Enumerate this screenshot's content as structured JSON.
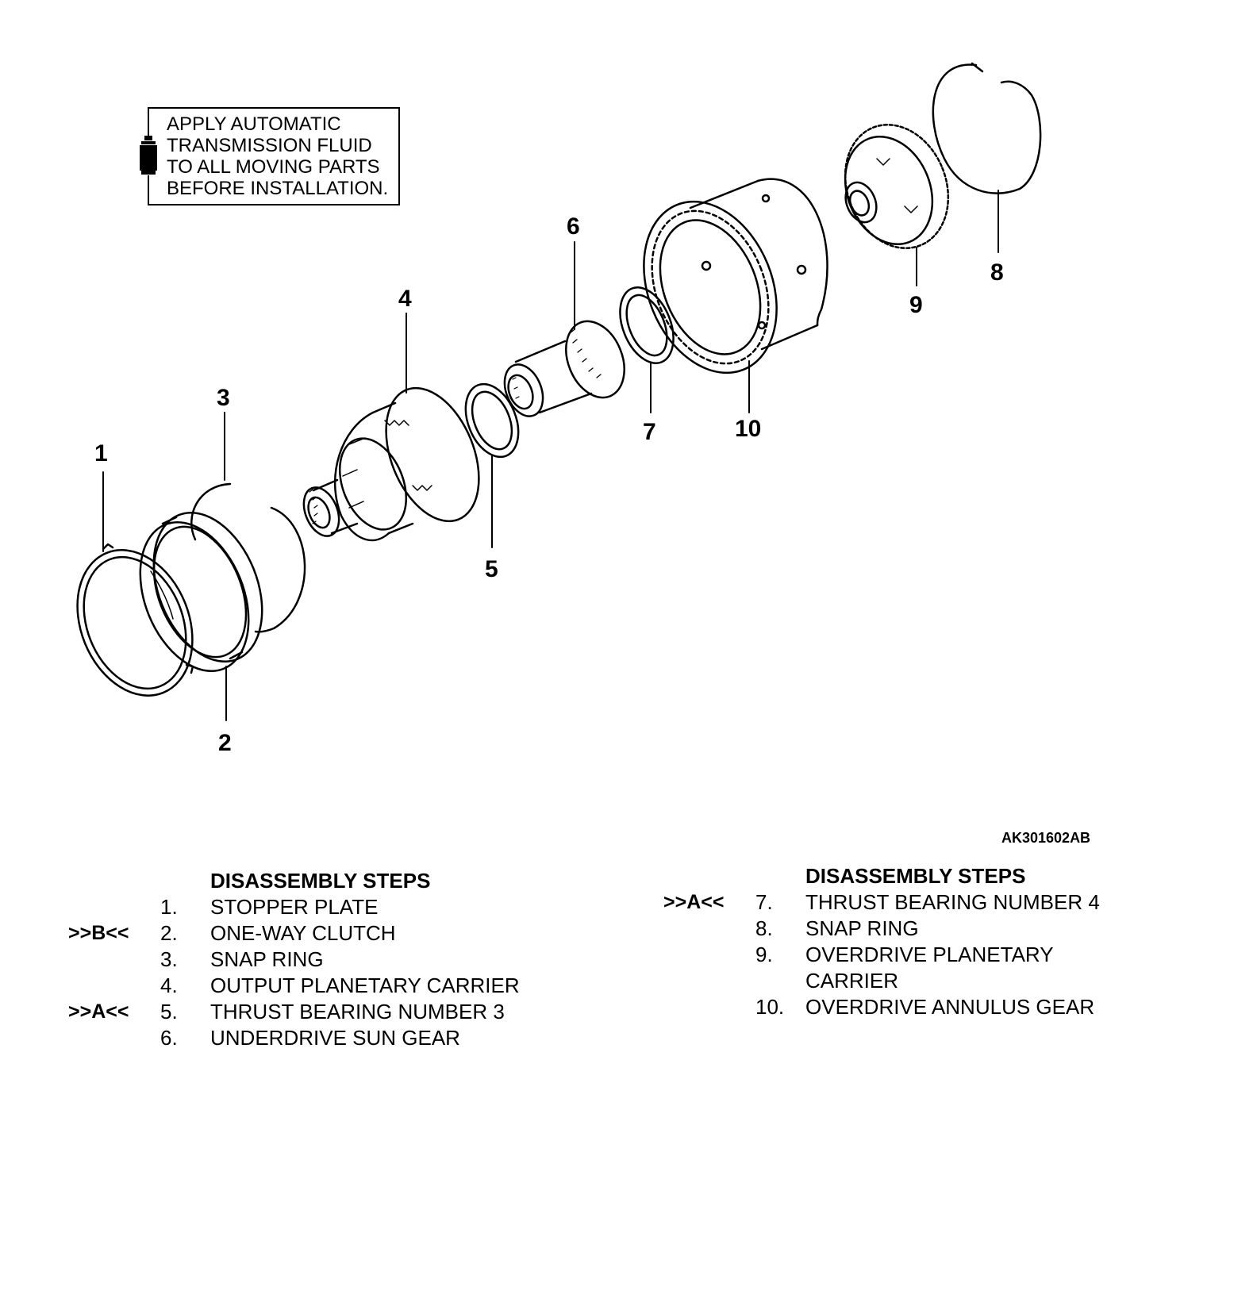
{
  "note": {
    "lines": [
      "APPLY AUTOMATIC",
      "TRANSMISSION FLUID",
      "TO ALL MOVING PARTS",
      "BEFORE INSTALLATION."
    ],
    "icon": "fluid-bottle-icon"
  },
  "callouts": {
    "c1": "1",
    "c2": "2",
    "c3": "3",
    "c4": "4",
    "c5": "5",
    "c6": "6",
    "c7": "7",
    "c8": "8",
    "c9": "9",
    "c10": "10"
  },
  "figure_code": "AK301602AB",
  "steps_left": {
    "heading": "DISASSEMBLY STEPS",
    "items": [
      {
        "tag": "",
        "num": "1.",
        "label": "STOPPER PLATE"
      },
      {
        "tag": ">>B<<",
        "num": "2.",
        "label": "ONE-WAY CLUTCH"
      },
      {
        "tag": "",
        "num": "3.",
        "label": "SNAP RING"
      },
      {
        "tag": "",
        "num": "4.",
        "label": "OUTPUT PLANETARY CARRIER"
      },
      {
        "tag": ">>A<<",
        "num": "5.",
        "label": "THRUST BEARING NUMBER 3"
      },
      {
        "tag": "",
        "num": "6.",
        "label": "UNDERDRIVE SUN GEAR"
      }
    ]
  },
  "steps_right": {
    "heading": "DISASSEMBLY STEPS",
    "items": [
      {
        "tag": ">>A<<",
        "num": "7.",
        "label": "THRUST BEARING NUMBER 4"
      },
      {
        "tag": "",
        "num": "8.",
        "label": "SNAP RING"
      },
      {
        "tag": "",
        "num": "9.",
        "label": "OVERDRIVE PLANETARY"
      },
      {
        "tag": "",
        "num": "",
        "label": "CARRIER"
      },
      {
        "tag": "",
        "num": "10.",
        "label": "OVERDRIVE ANNULUS GEAR"
      }
    ]
  }
}
